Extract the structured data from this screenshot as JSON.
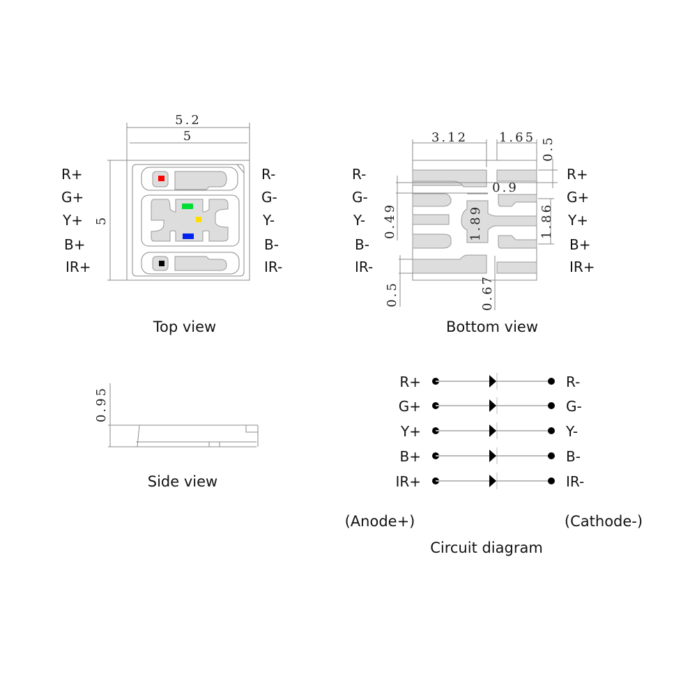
{
  "top_view": {
    "caption": "Top view",
    "dim_width_outer": "5.2",
    "dim_width_inner": "5",
    "dim_height": "5",
    "left_labels": [
      "R+",
      "G+",
      "Y+",
      "B+",
      "IR+"
    ],
    "right_labels": [
      "R-",
      "G-",
      "Y-",
      "B-",
      "IR-"
    ],
    "chip_colors": {
      "red": "#ff0000",
      "green": "#00dd33",
      "yellow": "#ffdd00",
      "blue": "#0022ee",
      "ir": "#000000"
    }
  },
  "bottom_view": {
    "caption": "Bottom view",
    "dims": {
      "a": "3.12",
      "b": "1.65",
      "c": "0.5",
      "d": "0.9",
      "e": "0.49",
      "f": "1.89",
      "g": "1.86",
      "h": "0.5",
      "i": "0.67"
    },
    "left_labels": [
      "R-",
      "G-",
      "Y-",
      "B-",
      "IR-"
    ],
    "right_labels": [
      "R+",
      "G+",
      "Y+",
      "B+",
      "IR+"
    ]
  },
  "side_view": {
    "caption": "Side view",
    "dim_height": "0.95"
  },
  "circuit": {
    "caption": "Circuit diagram",
    "anode_label": "(Anode+)",
    "cathode_label": "(Cathode-)",
    "rows": [
      {
        "anode": "R+",
        "cathode": "R-"
      },
      {
        "anode": "G+",
        "cathode": "G-"
      },
      {
        "anode": "Y+",
        "cathode": "Y-"
      },
      {
        "anode": "B+",
        "cathode": "B-"
      },
      {
        "anode": "IR+",
        "cathode": "IR-"
      }
    ]
  }
}
